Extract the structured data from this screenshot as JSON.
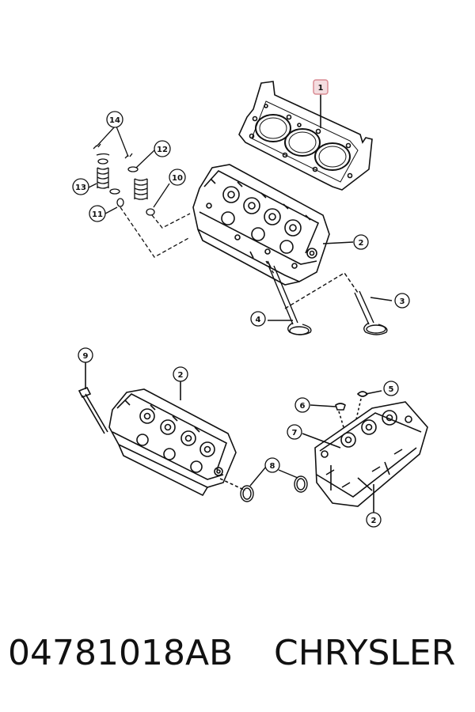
{
  "diagram": {
    "callouts": [
      "1",
      "2",
      "3",
      "4",
      "5",
      "6",
      "7",
      "8",
      "9",
      "10",
      "11",
      "12",
      "13",
      "14"
    ],
    "highlight_color": "#d98c94",
    "highlight_fill": "#f4dde0",
    "line_color": "#111111"
  },
  "footer": {
    "part_number": "04781018AB",
    "brand": "CHRYSLER"
  }
}
